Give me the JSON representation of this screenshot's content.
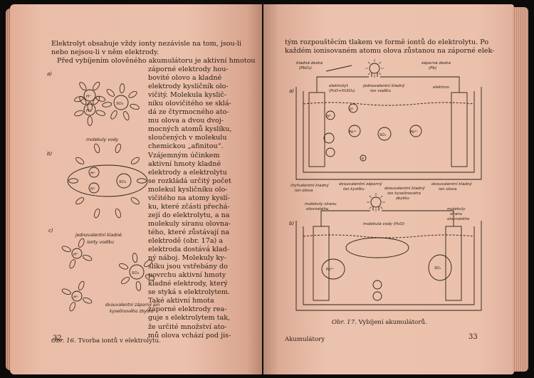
{
  "left_page": {
    "intro_lines": [
      "Elektrolyt obsahuje vždy ionty nezávisle na tom, jsou-li",
      "nebo nejsou-li v něm elektrody.",
      "Před vybíjením olověného akumulátoru je aktivní hmotou"
    ],
    "column_lines": [
      "záporné elektrody hou-",
      "bovité olovo a kladné",
      "elektrody kysličník olo-",
      "vičitý. Molekula kyslič-",
      "níku olovičitého se sklá-",
      "dá ze čtyrmocného ato-",
      "mu olova a dvou dvoj-",
      "mocných atomů kyslíku,",
      "sloučených v molekulu",
      "chemickou „afinitou“.",
      "Vzájemným účinkem",
      "aktivní hmoty kladné",
      "elektrody a elektrolytu",
      "se rozkládá určitý počet",
      "molekul kysličníku olo-",
      "vičitého na atomy kyslí-",
      "ku, které zčásti přechá-",
      "zejí do elektrolytu, a na",
      "molekuly síranu olovna-",
      "tého, které zůstávají na",
      "elektrodě (obr. 17a) a",
      "elektroda dostává klad-",
      "ný náboj. Molekuly ky-",
      "slíku jsou vstřebány do",
      "povrchu aktivní hmoty",
      "kladné elektrody, který",
      "se styká s elektrolytem.",
      "Také aktivní hmota",
      "záporné elektrody rea-",
      "guje s elektrolytem tak,",
      "že určité množství ato-",
      "mů olova vchází pod jis-"
    ],
    "fig_labels": {
      "a": "a)",
      "b": "b)",
      "c": "c)",
      "water": "molekuly vody",
      "h_ions": "jednovalentní kladné",
      "h_ions2": "ionty vodíku",
      "so4_1": "dvouvalentní záporný ion",
      "so4_2": "kyselinového zbytku",
      "h_sym": "H⁺",
      "so4_sym": "SO₄",
      "plus": "+",
      "minus": "−"
    },
    "caption_label": "Obr. 16.",
    "caption_text": "Tvorba iontů v elektrolytu.",
    "page_number": "32"
  },
  "right_page": {
    "top_lines": [
      "tým rozpouštěcím tlakem ve formě iontů do elektrolytu. Po",
      "každém ionisovaném atomu olova zůstanou na záporné elek-"
    ],
    "fig_labels": {
      "a": "a)",
      "b": "b)",
      "pos_plate": "kladná deska",
      "pos_plate2": "(PbO₂)",
      "neg_plate": "záporná deska",
      "neg_plate2": "(Pb)",
      "electrolyte": "elektrolyt",
      "electrolyte2": "(H₂O+H₂SO₄)",
      "h_ion": "jednovalentní kladný",
      "h_ion2": "ion vodíku",
      "electron": "elektron",
      "pb_ion": "čtyřvalentní kladný",
      "pb_ion2": "ion olova",
      "o_ion": "dvouvalentní záporný",
      "o_ion2": "ion kyslíku",
      "so4_ion": "dvouvalentní kladný",
      "so4_ion2": "ion kyselinového",
      "so4_ion3": "zbytku",
      "pb_ion_r": "dvouvalentní kladný",
      "pb_ion_r2": "ion olova",
      "sulfate_l": "molekuly síranu",
      "sulfate_l2": "olovnatého",
      "water": "molekula vody (H₂O)",
      "sulfate_r": "molekuly",
      "sulfate_r2": "síranu",
      "sulfate_r3": "olovnatého",
      "pb4": "Pb⁴⁺",
      "pb2": "Pb²⁺",
      "so4": "SO₄",
      "h": "H⁺",
      "o": "O⁻",
      "e": "e"
    },
    "caption_label": "Obr. 17.",
    "caption_text": "Vybíjení akumulátorů.",
    "running_head": "Akumulátory",
    "page_number": "33"
  },
  "colors": {
    "paper": "#ebc1ac",
    "ink": "#2b2018",
    "background": "#0d0b0a"
  }
}
